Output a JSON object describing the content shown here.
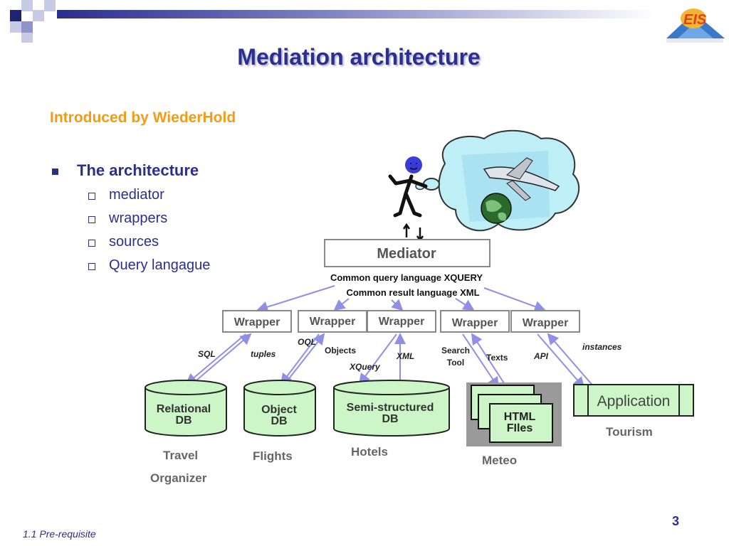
{
  "slide": {
    "title": "Mediation architecture",
    "subtitle": "Introduced by WiederHold",
    "bullet": "The architecture",
    "subbullets": [
      "mediator",
      "wrappers",
      "sources",
      "Query langague"
    ],
    "footer": "1.1 Pre-requisite",
    "page_number": "3"
  },
  "logo": {
    "text": "EIS"
  },
  "diagram": {
    "mediator_label": "Mediator",
    "query_language": "Common query language XQUERY",
    "result_language": "Common result language XML",
    "wrappers": [
      "Wrapper",
      "Wrapper",
      "Wrapper",
      "Wrapper",
      "Wrapper"
    ],
    "edge_labels": {
      "sql": "SQL",
      "tuples": "tuples",
      "oql": "OQL",
      "objects": "Objects",
      "xquery": "XQuery",
      "xml": "XML",
      "search_tool_1": "Search",
      "search_tool_2": "Tool",
      "texts": "Texts",
      "api": "API",
      "instances": "instances"
    },
    "sources": {
      "relational_1": "Relational",
      "relational_2": "DB",
      "object_1": "Object",
      "object_2": "DB",
      "semi_1": "Semi-structured",
      "semi_2": "DB",
      "html_1": "HTML",
      "html_2": "FIles",
      "application": "Application"
    },
    "captions": {
      "travel": "Travel",
      "organizer": "Organizer",
      "flights": "Flights",
      "hotels": "Hotels",
      "meteo": "Meteo",
      "tourism": "Tourism"
    }
  },
  "colors": {
    "title": "#2b2f8e",
    "subtitle": "#f39c12",
    "source_fill": "#ccf5c8",
    "arrow": "#8f8fe8"
  }
}
